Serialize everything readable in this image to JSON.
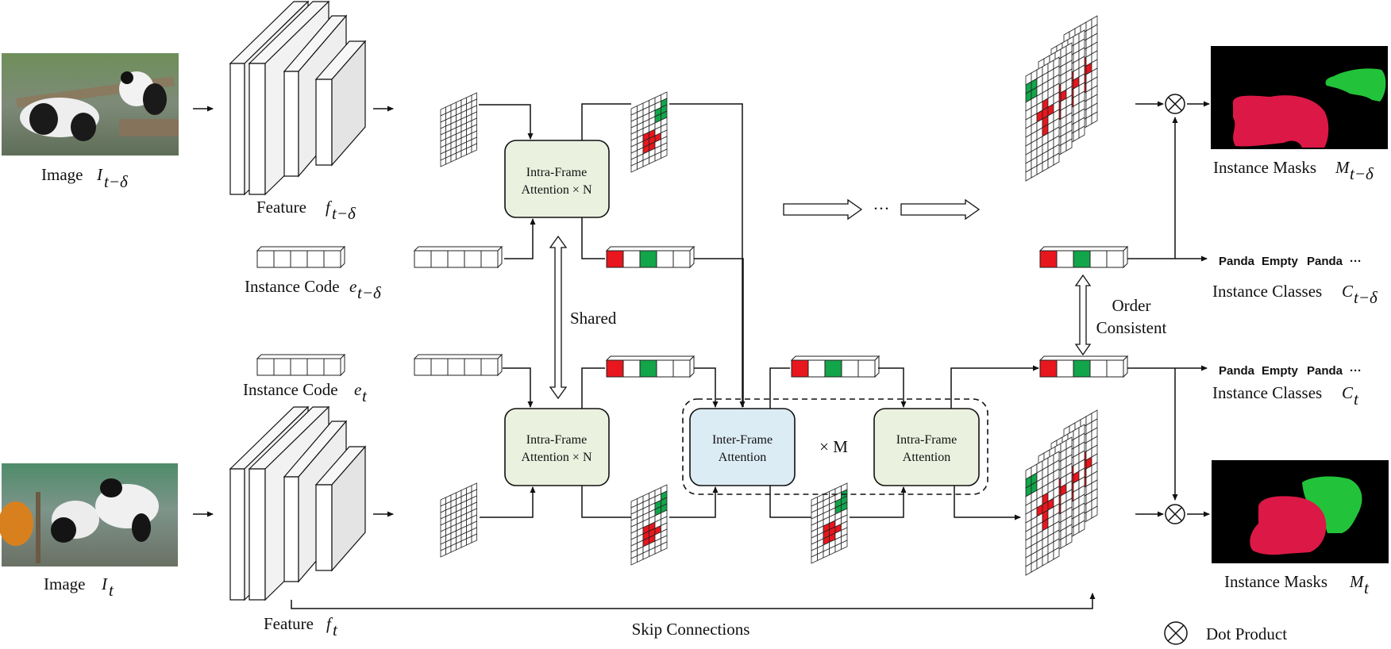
{
  "colors": {
    "red_cell": "#e8161d",
    "green_cell": "#12a54a",
    "intra_box_fill": "#eaf1df",
    "inter_box_fill": "#dcecf5",
    "mask_red": "#dc1846",
    "mask_green": "#22c33a"
  },
  "labels": {
    "image_prev": "Image",
    "image_prev_sym": "I",
    "image_prev_sub": "t−δ",
    "image_cur": "Image",
    "image_cur_sym": "I",
    "image_cur_sub": "t",
    "feature_prev": "Feature",
    "feature_prev_sym": "f",
    "feature_prev_sub": "t−δ",
    "feature_cur": "Feature",
    "feature_cur_sym": "f",
    "feature_cur_sub": "t",
    "code_prev": "Instance Code",
    "code_prev_sym": "e",
    "code_prev_sub": "t−δ",
    "code_cur": "Instance Code",
    "code_cur_sym": "e",
    "code_cur_sub": "t",
    "intra_top_1": "Intra-Frame",
    "intra_top_2": "Attention × N",
    "intra_bot_1": "Intra-Frame",
    "intra_bot_2": "Attention × N",
    "inter_1": "Inter-Frame",
    "inter_2": "Attention",
    "intra_right_1": "Intra-Frame",
    "intra_right_2": "Attention",
    "times_m": "× M",
    "shared": "Shared",
    "ellipsis": "···",
    "order_1": "Order",
    "order_2": "Consistent",
    "masks_prev": "Instance Masks",
    "masks_prev_sym": "M",
    "masks_prev_sub": "t−δ",
    "masks_cur": "Instance Masks",
    "masks_cur_sym": "M",
    "masks_cur_sub": "t",
    "classes_prev": "Instance Classes",
    "classes_prev_sym": "C",
    "classes_prev_sub": "t−δ",
    "classes_cur": "Instance Classes",
    "classes_cur_sym": "C",
    "classes_cur_sub": "t",
    "skip": "Skip Connections",
    "dot_product": "Dot Product"
  },
  "classes_row": [
    "Panda",
    "Empty",
    "Panda",
    "···"
  ],
  "icons": [
    "dot-product-icon",
    "arrow-right-icon",
    "double-arrow-icon"
  ]
}
